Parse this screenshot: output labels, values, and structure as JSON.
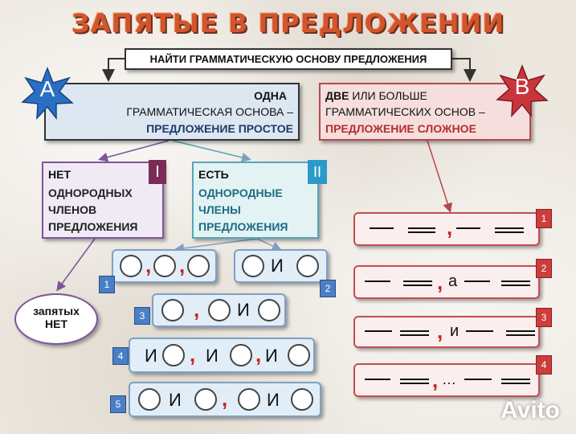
{
  "title": "ЗАПЯТЫЕ В ПРЕДЛОЖЕНИИ",
  "top_box": "НАЙТИ ГРАММАТИЧЕСКУЮ ОСНОВУ ПРЕДЛОЖЕНИЯ",
  "box_a": {
    "star_label": "А",
    "line1": "ОДНА",
    "line2": "ГРАММАТИЧЕСКАЯ ОСНОВА –",
    "line3": "ПРЕДЛОЖЕНИЕ ПРОСТОЕ"
  },
  "box_b": {
    "star_label": "В",
    "line1_bold": "ДВЕ",
    "line1_rest": " ИЛИ БОЛЬШЕ",
    "line2": "ГРАММАТИЧЕСКИХ ОСНОВ –",
    "line3": "ПРЕДЛОЖЕНИЕ СЛОЖНОЕ"
  },
  "box_i": {
    "roman": "I",
    "line1": "НЕТ",
    "line2": "ОДНОРОДНЫХ",
    "line3": "ЧЛЕНОВ",
    "line4": "ПРЕДЛОЖЕНИЯ"
  },
  "box_ii": {
    "roman": "II",
    "line1": "ЕСТЬ",
    "line2": "ОДНОРОДНЫЕ",
    "line3": "ЧЛЕНЫ",
    "line4": "ПРЕДЛОЖЕНИЯ"
  },
  "no_commas": {
    "line1": "запятых",
    "line2": "НЕТ"
  },
  "simple_patterns": {
    "nums": [
      "1",
      "2",
      "3",
      "4",
      "5"
    ],
    "comma": ",",
    "i": "И"
  },
  "complex_patterns": {
    "nums": [
      "1",
      "2",
      "3",
      "4"
    ],
    "comma": ",",
    "a": "а",
    "i": "и",
    "dots": "…"
  },
  "watermark": "Avito",
  "colors": {
    "title": "#d2552d",
    "comma_red": "#c92222",
    "star_blue": "#2a6fc4",
    "star_red": "#c8363c"
  }
}
